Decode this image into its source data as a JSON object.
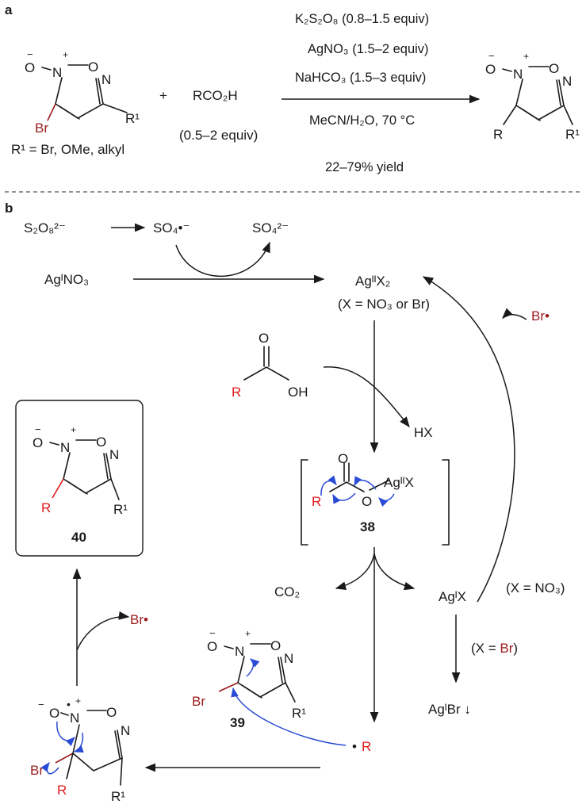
{
  "panel_a": {
    "label": "a",
    "reagent_1": "K₂S₂O₈ (0.8–1.5 equiv)",
    "reagent_2": "AgNO₃ (1.5–2 equiv)",
    "reagent_3": "NaHCO₃ (1.5–3 equiv)",
    "conditions": "MeCN/H₂O, 70 °C",
    "yield": "22–79% yield",
    "plus": "+",
    "acid": "RCO₂H",
    "acid_equiv": "(0.5–2 equiv)",
    "r1_definition": "R¹ = Br, OMe, alkyl"
  },
  "panel_b": {
    "label": "b",
    "persulfate": "S₂O₈²⁻",
    "sulfate_radical": "SO₄•⁻",
    "sulfate": "SO₄²⁻",
    "silver_nitrate": "AgᴵNO₃",
    "silver2": "AgᴵᴵX₂",
    "x_definition": "(X = NO₃ or Br)",
    "br_radical": "Br•",
    "hx": "HX",
    "co2": "CO₂",
    "agx": "AgᴵX",
    "x_no3": "(X = NO₃)",
    "x_br_open": "(X = ",
    "x_br_val": "Br",
    "x_br_close": ")",
    "agbr": "AgᴵBr ↓",
    "r_radical": "• R",
    "compound_38": "38",
    "compound_39": "39",
    "compound_40": "40",
    "ag2x_in_38": "AgᴵᴵX"
  },
  "atoms": {
    "O": "O",
    "N": "N",
    "Br": "Br",
    "R": "R",
    "R1": "R¹",
    "OH": "OH",
    "minus": "−",
    "plus_charge": "+"
  },
  "colors": {
    "red": "#e01b1b",
    "brown": "#9b1b1b",
    "blue": "#2a4bd6"
  }
}
